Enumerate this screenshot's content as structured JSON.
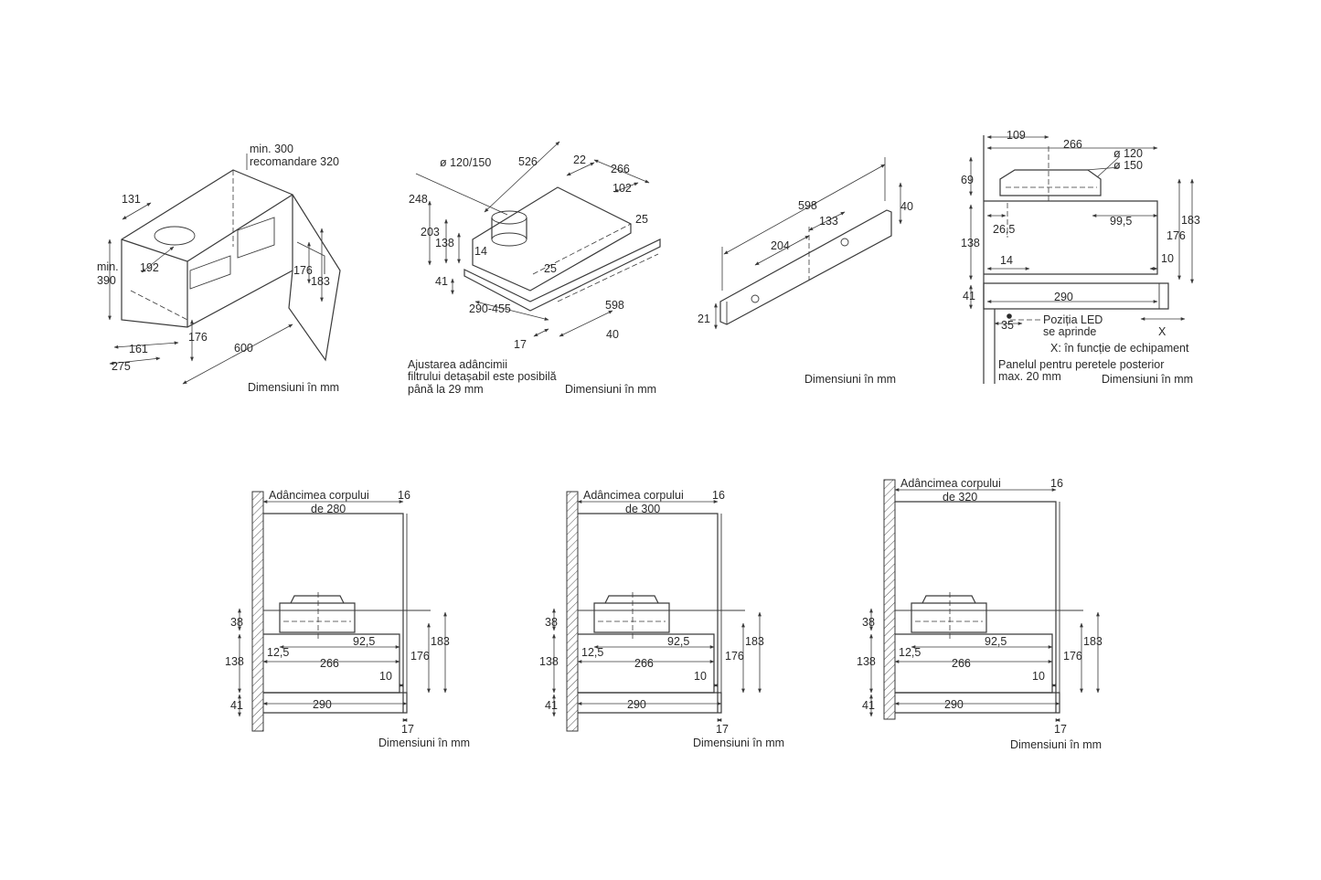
{
  "unit_caption": "Dimensiuni în mm",
  "panel1": {
    "dims": [
      "min. 300",
      "recomandare 320",
      "131",
      "min.",
      "390",
      "192",
      "176",
      "183",
      "176",
      "600",
      "161",
      "275"
    ]
  },
  "panel2": {
    "dims": [
      "ø 120/150",
      "526",
      "22",
      "266",
      "102",
      "248",
      "203",
      "138",
      "14",
      "25",
      "25",
      "41",
      "290-455",
      "598",
      "40",
      "17"
    ],
    "note": [
      "Ajustarea adâncimii",
      "filtrului detașabil este posibilă",
      "până la 29 mm"
    ]
  },
  "panel3": {
    "dims": [
      "598",
      "40",
      "133",
      "204",
      "21"
    ]
  },
  "panel4": {
    "dims": [
      "109",
      "266",
      "ø 120",
      "ø 150",
      "69",
      "26,5",
      "99,5",
      "183",
      "176",
      "138",
      "14",
      "10",
      "41",
      "290",
      "35",
      "X"
    ],
    "led_note": [
      "Poziția LED",
      "se aprinde"
    ],
    "x_note": "X: în funcție de echipament",
    "panel_note": [
      "Panelul pentru peretele posterior",
      "max. 20 mm"
    ]
  },
  "bottom": [
    {
      "depth_label": [
        "Adâncimea corpului",
        "de 280"
      ],
      "dims": [
        "16",
        "38",
        "138",
        "41",
        "12,5",
        "92,5",
        "266",
        "176",
        "183",
        "10",
        "290",
        "17"
      ]
    },
    {
      "depth_label": [
        "Adâncimea corpului",
        "de 300"
      ],
      "dims": [
        "16",
        "38",
        "138",
        "41",
        "12,5",
        "92,5",
        "266",
        "176",
        "183",
        "10",
        "290",
        "17"
      ]
    },
    {
      "depth_label": [
        "Adâncimea corpului",
        "de 320"
      ],
      "dims": [
        "16",
        "38",
        "138",
        "41",
        "12,5",
        "92,5",
        "266",
        "176",
        "183",
        "10",
        "290",
        "17"
      ]
    }
  ]
}
